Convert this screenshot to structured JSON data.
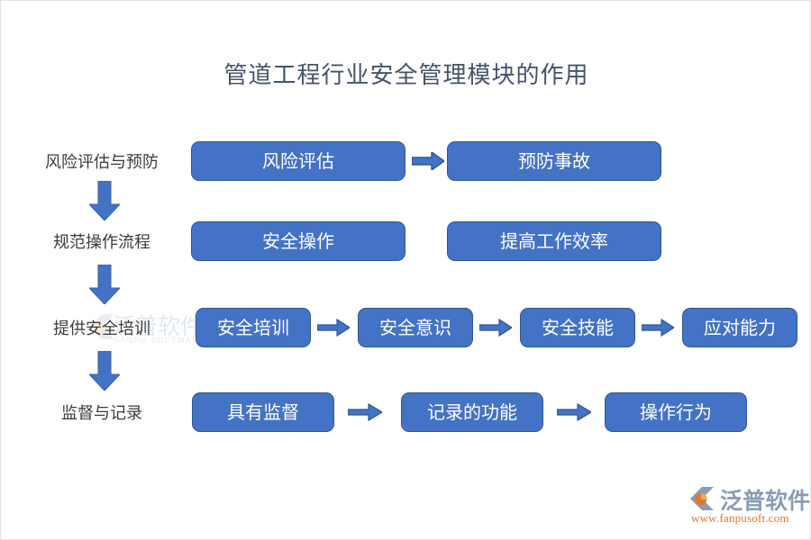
{
  "title": "管道工程行业安全管理模块的作用",
  "colors": {
    "node_fill": "#4472C4",
    "node_border": "#2F5597",
    "node_text": "#FFFFFF",
    "title_text": "#44546A",
    "label_text": "#3B3B3B",
    "arrow_fill": "#4472C4",
    "arrow_border": "#2F5597",
    "logo_text": "#8A9CB4",
    "logo_url": "#E8732A",
    "background": "#FFFFFF"
  },
  "rows": [
    {
      "label": "风险评估与预防",
      "nodes": [
        {
          "text": "风险评估"
        },
        {
          "text": "预防事故"
        }
      ],
      "arrows": [
        {
          "type": "block-arrow-right"
        }
      ]
    },
    {
      "label": "规范操作流程",
      "nodes": [
        {
          "text": "安全操作"
        },
        {
          "text": "提高工作效率"
        }
      ],
      "arrows": []
    },
    {
      "label": "提供安全培训",
      "nodes": [
        {
          "text": "安全培训"
        },
        {
          "text": "安全意识"
        },
        {
          "text": "安全技能"
        },
        {
          "text": "应对能力"
        }
      ],
      "arrows": [
        {
          "type": "block-arrow-right"
        },
        {
          "type": "block-arrow-right"
        },
        {
          "type": "block-arrow-right"
        }
      ]
    },
    {
      "label": "监督与记录",
      "nodes": [
        {
          "text": "具有监督"
        },
        {
          "text": "记录的功能"
        },
        {
          "text": "操作行为"
        }
      ],
      "arrows": [
        {
          "type": "block-arrow-right"
        },
        {
          "type": "block-arrow-right"
        }
      ]
    }
  ],
  "vertical_connectors": [
    {
      "from": "风险评估与预防",
      "to": "规范操作流程",
      "icon": "arrow-down-icon"
    },
    {
      "from": "规范操作流程",
      "to": "提供安全培训",
      "icon": "arrow-down-icon"
    },
    {
      "from": "提供安全培训",
      "to": "监督与记录",
      "icon": "arrow-down-icon"
    }
  ],
  "watermark": {
    "text_cn": "泛普软件",
    "text_en": "FANPU SOFTWARE"
  },
  "logo": {
    "name_cn": "泛普软件",
    "url": "www.fanpusoft.com"
  }
}
